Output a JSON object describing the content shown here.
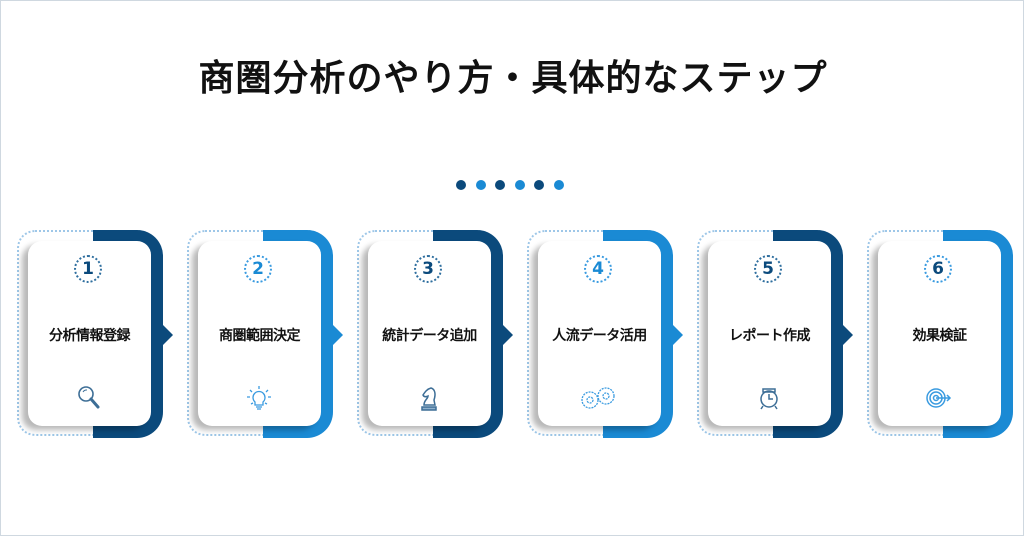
{
  "title": "商圏分析のやり方・具体的なステップ",
  "colors": {
    "navy": "#0b4a7c",
    "blue": "#1a8ad4",
    "navy_icon": "#3d6e96",
    "blue_icon": "#3a9be0",
    "frame_border": "#cfd8e0"
  },
  "progress_dots": [
    "navy",
    "blue",
    "navy",
    "blue",
    "navy",
    "blue"
  ],
  "steps": [
    {
      "number": "1",
      "label": "分析情報登録",
      "icon": "magnifier-icon",
      "accent": "navy"
    },
    {
      "number": "2",
      "label": "商圏範囲決定",
      "icon": "lightbulb-icon",
      "accent": "blue"
    },
    {
      "number": "3",
      "label": "統計データ追加",
      "icon": "chess-knight-icon",
      "accent": "navy"
    },
    {
      "number": "4",
      "label": "人流データ活用",
      "icon": "gears-icon",
      "accent": "blue"
    },
    {
      "number": "5",
      "label": "レポート作成",
      "icon": "alarm-clock-icon",
      "accent": "navy"
    },
    {
      "number": "6",
      "label": "効果検証",
      "icon": "target-icon",
      "accent": "blue"
    }
  ]
}
